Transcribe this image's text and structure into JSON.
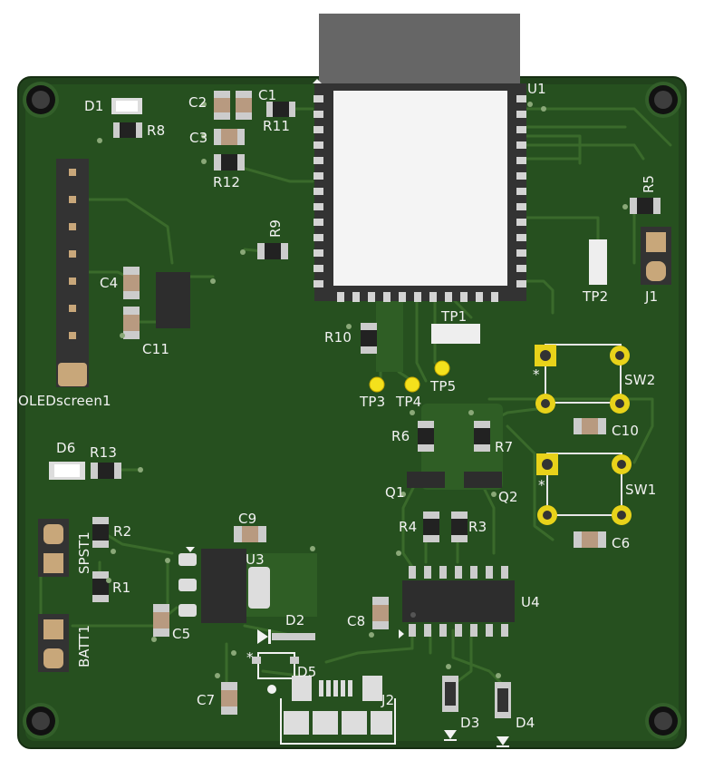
{
  "board": {
    "labels": {
      "u1": "U1",
      "d1": "D1",
      "r8": "R8",
      "c2": "C2",
      "c1": "C1",
      "r11": "R11",
      "c3": "C3",
      "r12": "R12",
      "r9": "R9",
      "r5": "R5",
      "tp2": "TP2",
      "j1": "J1",
      "c4": "C4",
      "c11": "C11",
      "oled": "OLEDscreen1",
      "r10": "R10",
      "tp1": "TP1",
      "tp3": "TP3",
      "tp4": "TP4",
      "tp5": "TP5",
      "sw2": "SW2",
      "c10": "C10",
      "r6": "R6",
      "r7": "R7",
      "q1": "Q1",
      "q2": "Q2",
      "sw1": "SW1",
      "c6": "C6",
      "d6": "D6",
      "r13": "R13",
      "r2": "R2",
      "spst1": "SPST1",
      "r1": "R1",
      "c9": "C9",
      "u3": "U3",
      "r4": "R4",
      "r3": "R3",
      "u4": "U4",
      "c5": "C5",
      "c8": "C8",
      "batt1": "BATT1",
      "d2": "D2",
      "d5": "D5",
      "c7": "C7",
      "j2": "J2",
      "d3": "D3",
      "d4": "D4"
    },
    "pin1_marker": "*",
    "colors": {
      "board": "#21431c",
      "copper": "#2b5a22",
      "trace": "#3c6a2c",
      "silk": "#f2f2f2",
      "pad": "#cfcfcf",
      "gold": "#e8d21a",
      "module": "#666666",
      "body": "#2e2e2e",
      "cap": "#b89a80"
    }
  }
}
